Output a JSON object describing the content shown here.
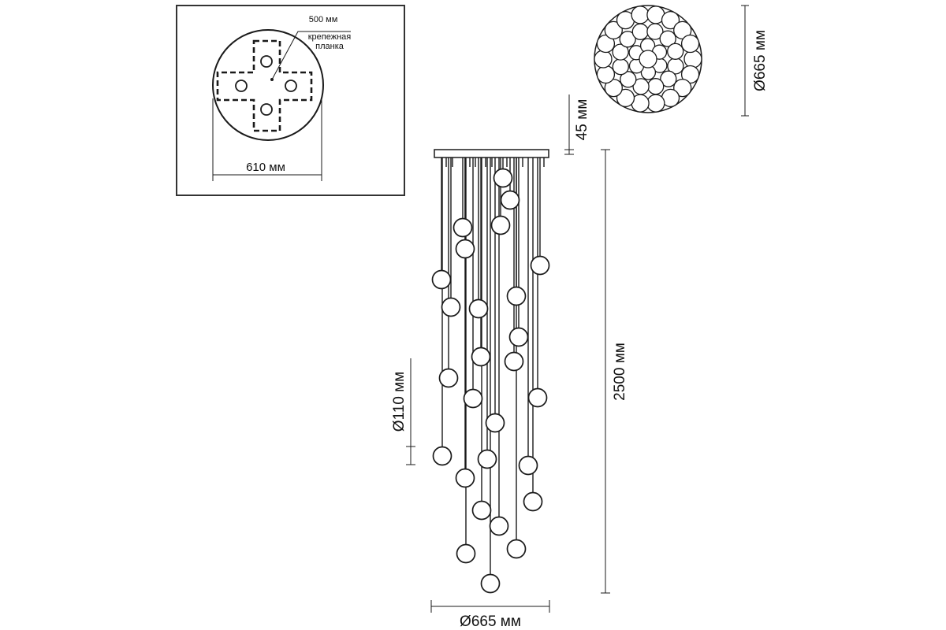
{
  "labels": {
    "plate_diameter": "610 мм",
    "mount_distance": "500 мм",
    "mount_bar_line1": "крепежная",
    "mount_bar_line2": "планка",
    "top_view_diameter": "Ø665 мм",
    "canopy_height": "45 мм",
    "total_height": "2500 мм",
    "globe_diameter": "Ø110 мм",
    "bottom_diameter": "Ø665 мм"
  },
  "colors": {
    "line": "#1a1a1a",
    "frame": "#333333"
  }
}
